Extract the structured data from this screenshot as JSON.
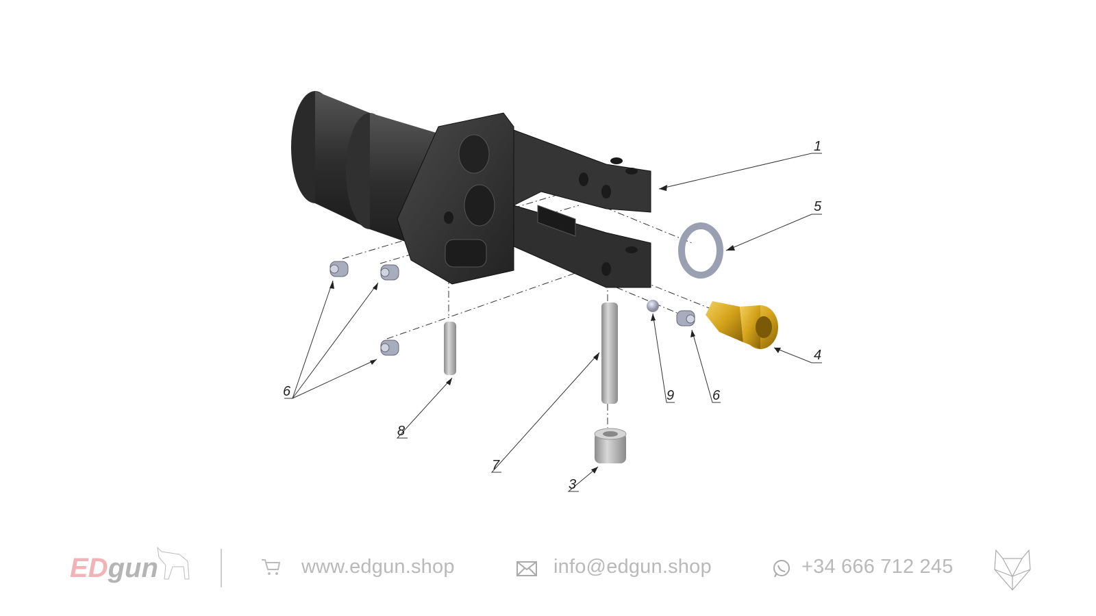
{
  "diagram": {
    "callouts": [
      "1",
      "5",
      "4",
      "6",
      "9",
      "6",
      "7",
      "3",
      "8",
      "6"
    ],
    "colors": {
      "body": "#3a3a3a",
      "brass": "#d4a21a",
      "steel": "#b8bcc8",
      "pin": "#b5b5b5"
    }
  },
  "footer": {
    "logo_text": "EDgun",
    "website": "www.edgun.shop",
    "email": "info@edgun.shop",
    "phone": "+34 666 712 245",
    "icons": [
      "cart-icon",
      "envelope-icon",
      "whatsapp-icon",
      "wolf-logo-icon"
    ]
  }
}
